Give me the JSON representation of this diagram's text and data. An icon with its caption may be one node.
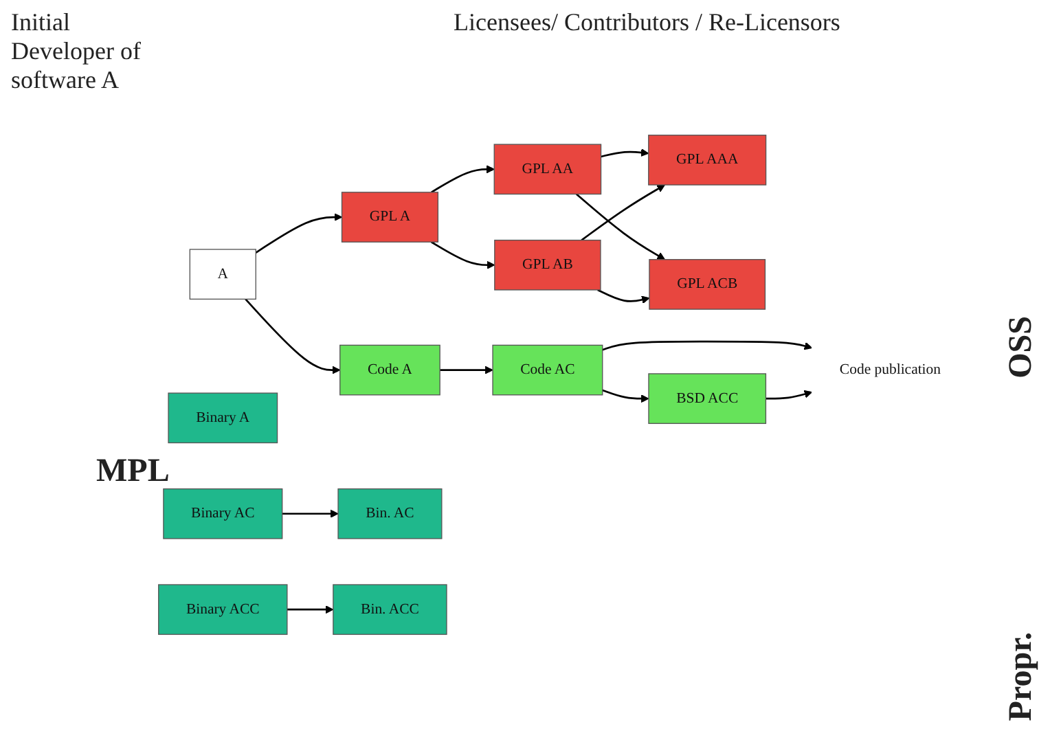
{
  "diagram": {
    "nodes": [
      {
        "text": [
          "A"
        ]
      },
      {
        "text": [
          "GPL A"
        ]
      },
      {
        "text": [
          "GPL AA"
        ]
      },
      {
        "text": [
          "GPL AB"
        ]
      },
      {
        "text": [
          "GPL AAA"
        ]
      },
      {
        "text": [
          "GPL ACB"
        ]
      },
      {
        "text": [
          "Code A"
        ]
      },
      {
        "text": [
          "Binary A"
        ]
      },
      {
        "text": [
          "Code AC"
        ]
      },
      {
        "text": [
          "Binary AC"
        ]
      },
      {
        "text": [
          "BSD ACC"
        ]
      },
      {
        "text": [
          "Binary ACC"
        ]
      },
      {
        "text": [
          "Bin. AC"
        ]
      },
      {
        "text": [
          "Bin. ACC"
        ]
      },
      {
        "text": [
          "Code publication"
        ]
      }
    ],
    "edges": [
      {
        "from": 0,
        "to": 1,
        "arrow": "to"
      },
      {
        "from": 0,
        "to": 6,
        "arrow": "to"
      },
      {
        "from": 1,
        "to": 2,
        "arrow": "to"
      },
      {
        "from": 1,
        "to": 3,
        "arrow": "to"
      },
      {
        "from": 2,
        "to": 4,
        "arrow": "to"
      },
      {
        "from": 2,
        "to": 5,
        "arrow": "to"
      },
      {
        "from": 3,
        "to": 4,
        "arrow": "to"
      },
      {
        "from": 3,
        "to": 5,
        "arrow": "to"
      },
      {
        "from": 6,
        "to": 8,
        "arrow": "to"
      },
      {
        "from": 8,
        "to": 10,
        "arrow": "to"
      },
      {
        "from": 8,
        "to": 14,
        "arrow": "to"
      },
      {
        "from": 10,
        "to": 14,
        "arrow": "to"
      },
      {
        "from": 9,
        "to": 12,
        "arrow": "to"
      },
      {
        "from": 11,
        "to": 13,
        "arrow": "to"
      }
    ],
    "labels": [
      "Initial Developer of software A",
      "Licensees/ Contributors / Re-Licensors",
      "OSS",
      "MPL",
      "Propr."
    ]
  }
}
